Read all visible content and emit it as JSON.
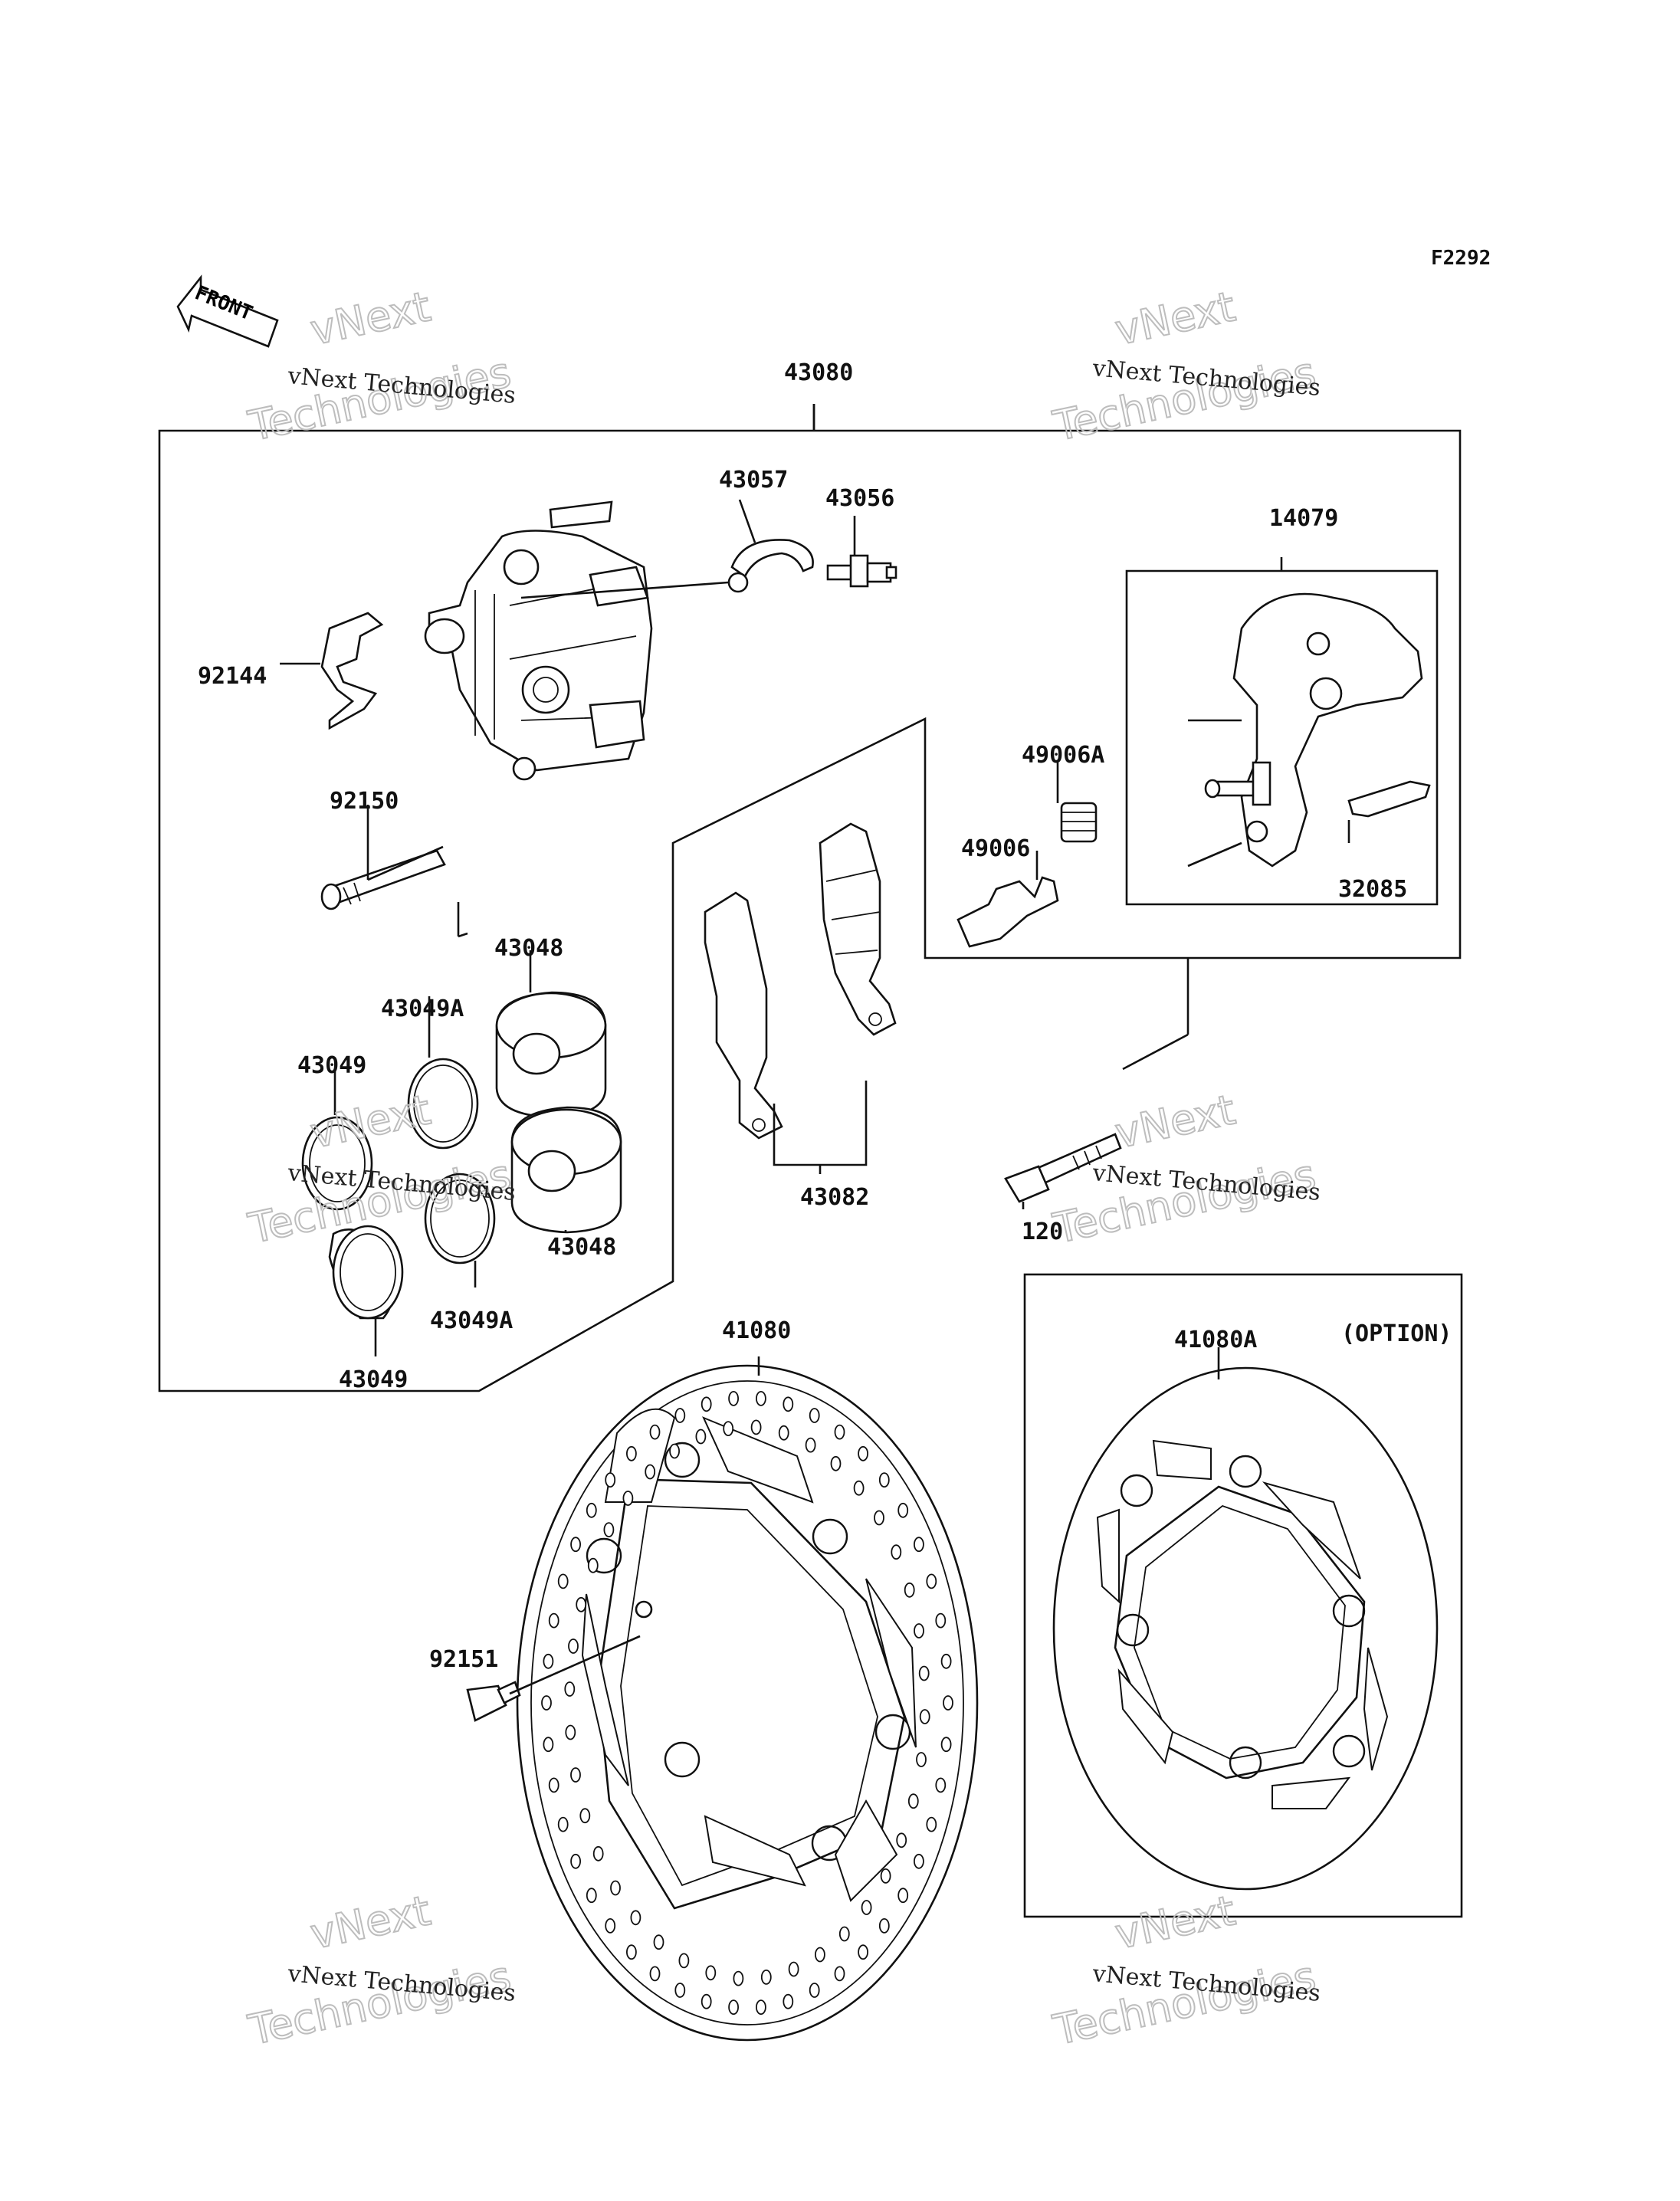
{
  "figure_code": "F2292",
  "front_arrow": {
    "label": "FRONT"
  },
  "watermark": {
    "line1": "vNext Technologies",
    "line2a": "vNext",
    "line2b": "Technologies"
  },
  "parts": [
    {
      "id": "43080"
    },
    {
      "id": "43057"
    },
    {
      "id": "43056"
    },
    {
      "id": "14079"
    },
    {
      "id": "92144"
    },
    {
      "id": "92150"
    },
    {
      "id": "49006A"
    },
    {
      "id": "49006"
    },
    {
      "id": "32085"
    },
    {
      "id": "43048"
    },
    {
      "id": "43049A"
    },
    {
      "id": "43049"
    },
    {
      "id": "43048"
    },
    {
      "id": "43049A"
    },
    {
      "id": "43049"
    },
    {
      "id": "43082"
    },
    {
      "id": "120"
    },
    {
      "id": "41080"
    },
    {
      "id": "41080A"
    },
    {
      "id": "92151"
    }
  ],
  "option_label": "(OPTION)"
}
